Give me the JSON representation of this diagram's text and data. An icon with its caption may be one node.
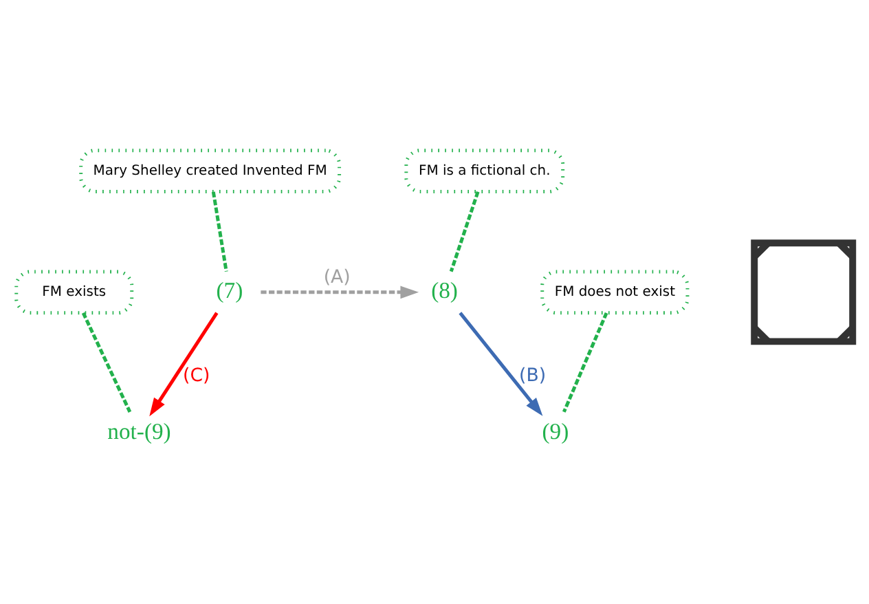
{
  "diagram": {
    "nodes": [
      {
        "text": [
          "Mary Shelley created Invented FM"
        ]
      },
      {
        "text": [
          "(7)"
        ]
      },
      {
        "text": [
          "(8)"
        ]
      },
      {
        "text": [
          "FM is a fictional ch."
        ]
      },
      {
        "text": [
          "not-(9)"
        ]
      },
      {
        "text": [
          "(9)"
        ]
      },
      {
        "text": [
          "FM exists"
        ]
      },
      {
        "text": [
          "FM does not exist"
        ]
      },
      {
        "text": [],
        "shape": "cross"
      }
    ],
    "edges": [
      {
        "from": 0,
        "to": 1,
        "arrow": "none",
        "style": "dashed",
        "color": "#22b14c"
      },
      {
        "from": 3,
        "to": 2,
        "arrow": "none",
        "style": "dashed",
        "color": "#22b14c"
      },
      {
        "from": 1,
        "to": 2,
        "arrow": "to",
        "label": "(A)",
        "style": "dashed",
        "color": "#a0a0a0"
      },
      {
        "from": 2,
        "to": 5,
        "arrow": "to",
        "label": "(B)",
        "color": "#3d6bb3"
      },
      {
        "from": 1,
        "to": 4,
        "arrow": "to",
        "label": "(C)",
        "color": "#ff0000"
      },
      {
        "from": 6,
        "to": 4,
        "arrow": "none",
        "style": "dashed",
        "color": "#22b14c"
      },
      {
        "from": 7,
        "to": 5,
        "arrow": "none",
        "style": "dashed",
        "color": "#22b14c"
      }
    ]
  }
}
